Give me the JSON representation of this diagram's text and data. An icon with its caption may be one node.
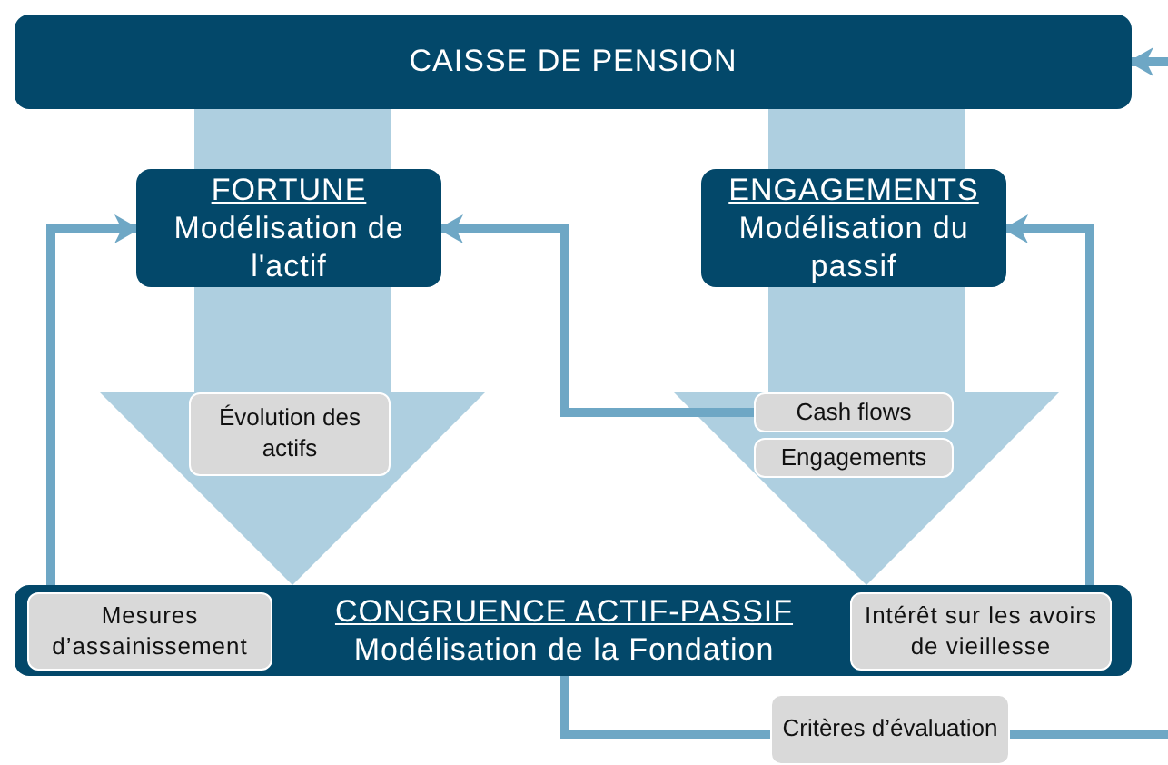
{
  "diagram": {
    "nodes": [
      {
        "text": [
          "CAISSE DE PENSION"
        ]
      },
      {
        "text": [
          "FORTUNE",
          "Modélisation de l'actif"
        ]
      },
      {
        "text": [
          "ENGAGEMENTS",
          "Modélisation du passif"
        ]
      },
      {
        "text": [
          "Évolution des actifs"
        ]
      },
      {
        "text": [
          "Cash flows"
        ]
      },
      {
        "text": [
          "Engagements"
        ]
      },
      {
        "text": [
          "CONGRUENCE ACTIF-PASSIF",
          "Modélisation de la Fondation"
        ]
      },
      {
        "text": [
          "Mesures d’assainissement"
        ],
        "in": 6
      },
      {
        "text": [
          "Intérêt sur les avoirs de vieillesse"
        ],
        "in": 6
      },
      {
        "text": [
          "Critères d’évaluation"
        ]
      }
    ],
    "edges": [
      {
        "from": 0,
        "to": 1,
        "arrow": "none",
        "style": "thick",
        "color": "#aecfe0"
      },
      {
        "from": 1,
        "to": 6,
        "arrow": "to",
        "style": "thick",
        "color": "#aecfe0"
      },
      {
        "from": 0,
        "to": 2,
        "arrow": "none",
        "style": "thick",
        "color": "#aecfe0"
      },
      {
        "from": 2,
        "to": 6,
        "arrow": "to",
        "style": "thick",
        "color": "#aecfe0"
      },
      {
        "from": 7,
        "to": 1,
        "arrow": "to"
      },
      {
        "from": 4,
        "to": 1,
        "arrow": "to"
      },
      {
        "from": 8,
        "to": 2,
        "arrow": "to"
      },
      {
        "from": 6,
        "to": 9,
        "arrow": "none"
      },
      {
        "from": 9,
        "to": null,
        "arrow": "none"
      },
      {
        "from": null,
        "to": 0,
        "arrow": "to"
      }
    ]
  }
}
